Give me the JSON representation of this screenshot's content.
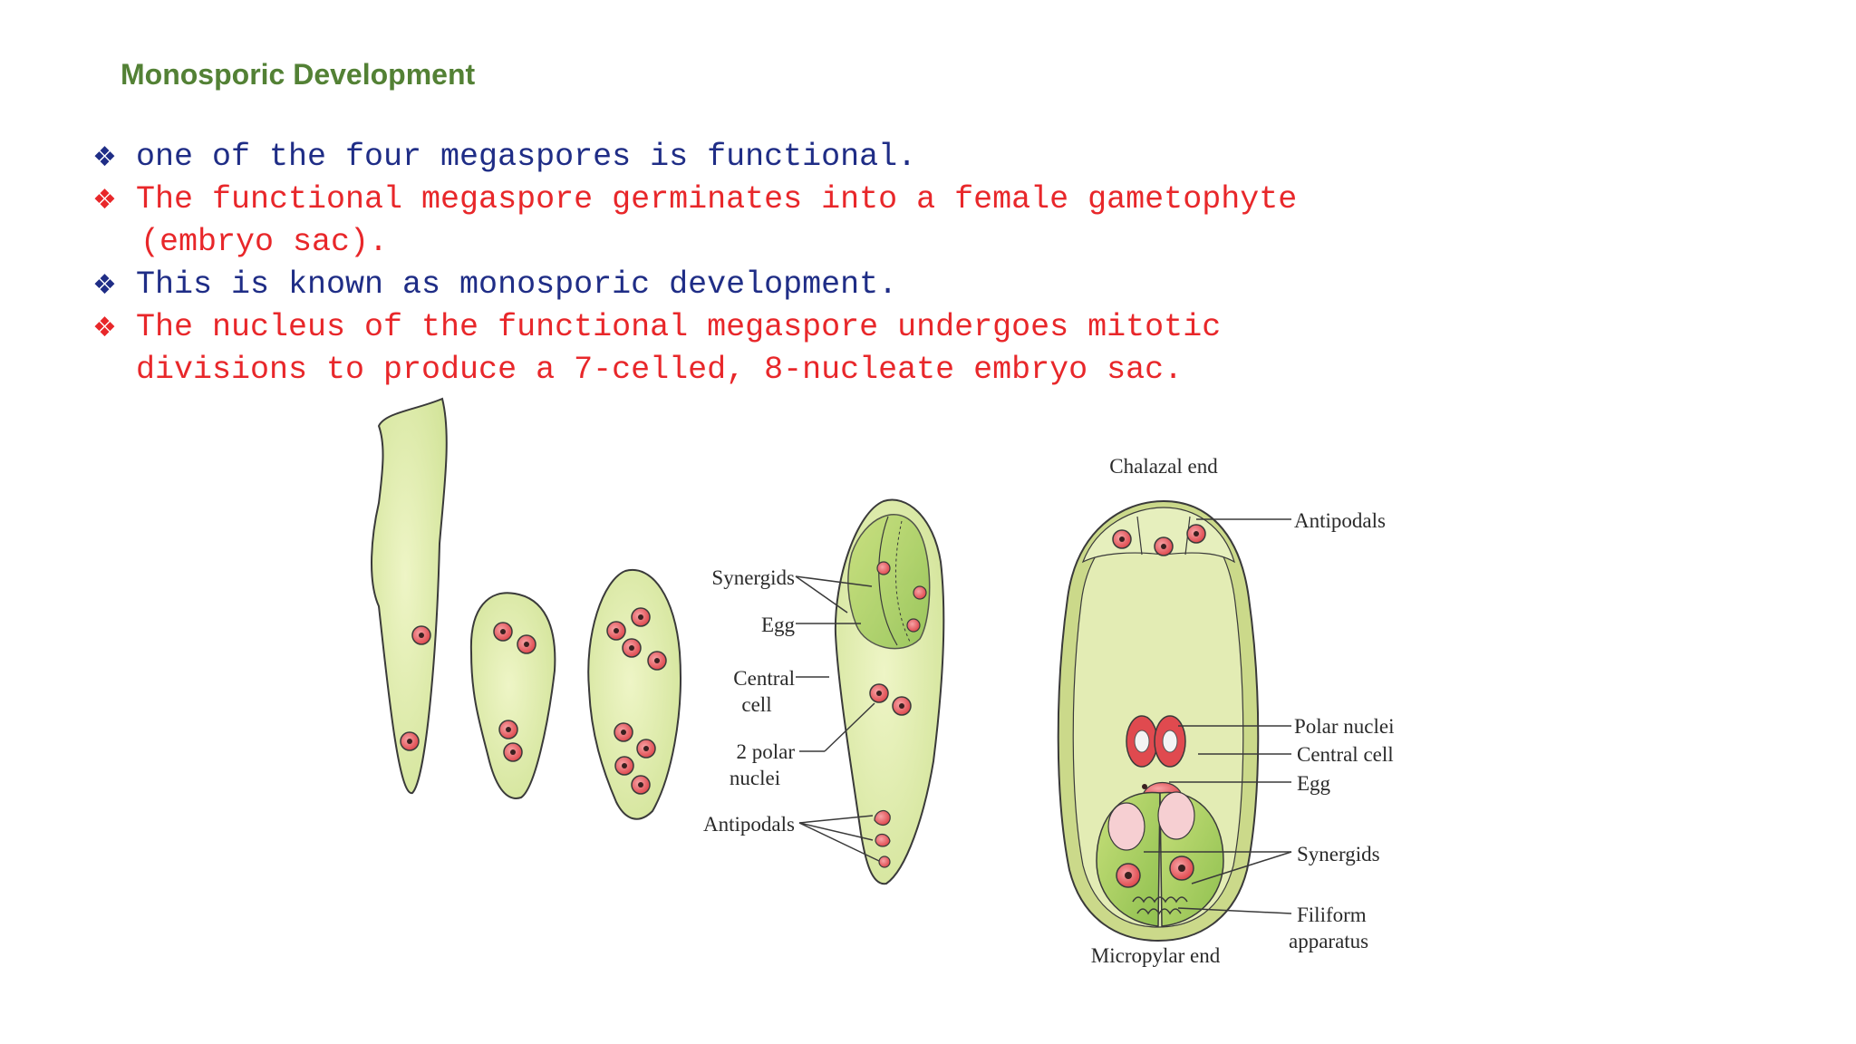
{
  "slide": {
    "title": "Monosporic Development",
    "colors": {
      "title": "#538135",
      "navy_bullet": "#1f2d86",
      "red_bullet": "#e8272a",
      "cell_fill": "#dbe9a4",
      "nucleus": "#e04a4f"
    },
    "bullet_icon": "diamond-cluster-icon",
    "bullets": [
      {
        "line1": "one of the four megaspores is functional.",
        "line2": ""
      },
      {
        "line1": "The functional megaspore germinates into a female gametophyte",
        "line2": "(embryo sac)."
      },
      {
        "line1": "This is known as monosporic development.",
        "line2": ""
      },
      {
        "line1": "The nucleus of the functional megaspore undergoes mitotic",
        "line2": "divisions to produce a 7-celled, 8-nucleate embryo sac."
      }
    ]
  },
  "diagram": {
    "middle_labels": {
      "synergids": "Synergids",
      "egg": "Egg",
      "central_1": "Central",
      "central_2": "cell",
      "polar_1": "2 polar",
      "polar_2": "nuclei",
      "antipodals": "Antipodals"
    },
    "right_labels": {
      "chalazal": "Chalazal end",
      "antipodals": "Antipodals",
      "polar_nuclei": "Polar nuclei",
      "central_cell": "Central cell",
      "egg": "Egg",
      "synergids": "Synergids",
      "filiform_1": "Filiform",
      "filiform_2": "apparatus",
      "micropylar": "Micropylar end"
    }
  }
}
